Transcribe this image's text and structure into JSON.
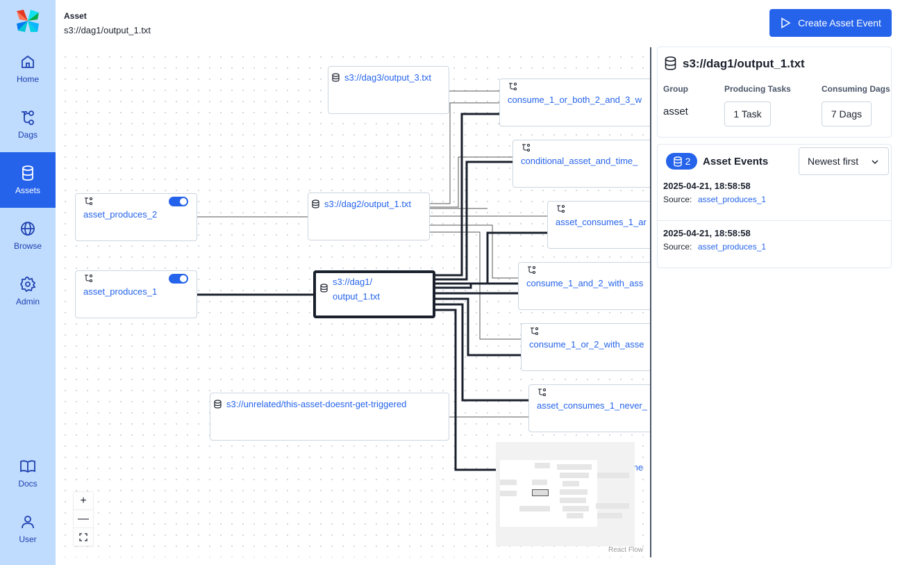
{
  "sidebar": {
    "logo_icon": "airflow-pinwheel-icon",
    "items": [
      {
        "label": "Home",
        "icon": "home-icon"
      },
      {
        "label": "Dags",
        "icon": "dags-icon"
      },
      {
        "label": "Assets",
        "icon": "database-icon"
      },
      {
        "label": "Browse",
        "icon": "globe-icon"
      },
      {
        "label": "Admin",
        "icon": "gear-icon"
      },
      {
        "label": "Docs",
        "icon": "book-icon"
      },
      {
        "label": "User",
        "icon": "user-icon"
      }
    ],
    "active": "Assets"
  },
  "header": {
    "label": "Asset",
    "title": "s3://dag1/output_1.txt",
    "create_button": "Create Asset Event"
  },
  "graph": {
    "nodes": {
      "dag3_output_3": "s3://dag3/output_3.txt",
      "consume_1_or_both": "consume_1_or_both_2_and_3_w",
      "conditional_asset": "conditional_asset_and_time_",
      "asset_produces_2": "asset_produces_2",
      "dag2_output_1": "s3://dag2/output_1.txt",
      "asset_consumes_1_ar": "asset_consumes_1_ar",
      "consume_1_and_2": "consume_1_and_2_with_ass",
      "asset_produces_1": "asset_produces_1",
      "dag1_output_1_line1": "s3://dag1/",
      "dag1_output_1_line2": "output_1.txt",
      "consume_1_or_2": "consume_1_or_2_with_asse",
      "unrelated": "s3://unrelated/this-asset-doesnt-get-triggered",
      "asset_consumes_1_never": "asset_consumes_1_never_",
      "partial_me": "me"
    },
    "toggles": {
      "asset_produces_2": true,
      "asset_produces_1": true
    },
    "controls": {
      "zoom_in": "+",
      "zoom_out": "—",
      "fit": "fit-view-icon"
    },
    "attribution": "React Flow"
  },
  "details": {
    "title": "s3://dag1/output_1.txt",
    "group_label": "Group",
    "group_value": "asset",
    "producing_label": "Producing Tasks",
    "producing_value": "1 Task",
    "consuming_label": "Consuming Dags",
    "consuming_value": "7 Dags"
  },
  "events": {
    "count": "2",
    "title": "Asset Events",
    "sort": "Newest first",
    "items": [
      {
        "time": "2025-04-21, 18:58:58",
        "source_label": "Source:",
        "source": "asset_produces_1"
      },
      {
        "time": "2025-04-21, 18:58:58",
        "source_label": "Source:",
        "source": "asset_produces_1"
      }
    ]
  },
  "colors": {
    "accent": "#2563eb",
    "sidebar": "#bfdbfe",
    "link": "#2563eb"
  }
}
